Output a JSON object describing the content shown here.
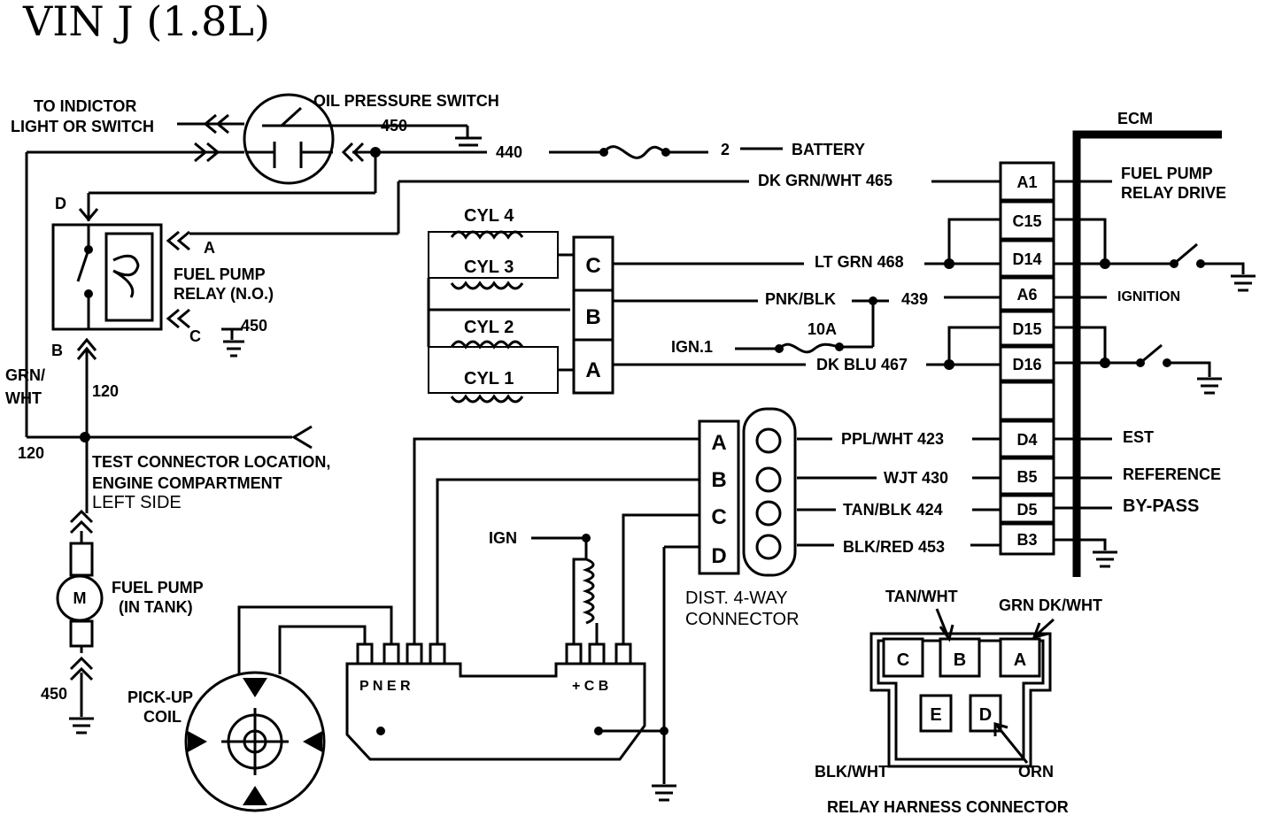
{
  "title": "VIN  J  (1.8L)",
  "colors": {
    "ink": "#000000",
    "paper": "#ffffff"
  },
  "labels": {
    "to_indicator_1": "TO INDICTOR",
    "to_indicator_2": "LIGHT OR SWITCH",
    "oil_switch": "OIL PRESSURE SWITCH",
    "w450_oil": "450",
    "w440": "440",
    "w2": "2",
    "battery": "BATTERY",
    "ecm": "ECM",
    "dk_grn_wht_465": "DK GRN/WHT 465",
    "fuel_pump_relay_drive_1": "FUEL PUMP",
    "fuel_pump_relay_drive_2": "RELAY DRIVE",
    "lt_grn_468": "LT GRN 468",
    "pnk_blk": "PNK/BLK",
    "w439": "439",
    "ignition": "IGNITION",
    "ign1": "IGN.1",
    "fuse_10a": "10A",
    "dk_blu_467": "DK BLU 467",
    "cyl4": "CYL 4",
    "cyl3": "CYL 3",
    "cyl2": "CYL 2",
    "cyl1": "CYL 1",
    "d": "D",
    "a": "A",
    "c": "C",
    "b": "B",
    "fuel_pump_relay_1": "FUEL PUMP",
    "fuel_pump_relay_2": "RELAY (N.O.)",
    "w450_relay": "450",
    "grn_wht_1": "GRN/",
    "grn_wht_2": "WHT",
    "w120_a": "120",
    "w120_b": "120",
    "test_conn_1": "TEST CONNECTOR LOCATION,",
    "test_conn_2": "ENGINE  COMPARTMENT",
    "test_conn_3": "LEFT SIDE",
    "motor": "M",
    "fuel_pump_1": "FUEL PUMP",
    "fuel_pump_2": "(IN TANK)",
    "w450_pump": "450",
    "ppl_wht_423": "PPL/WHT 423",
    "wjt_430": "WJT  430",
    "tan_blk_424": "TAN/BLK 424",
    "blk_red_453": "BLK/RED 453",
    "est": "EST",
    "reference": "REFERENCE",
    "bypass": "BY-PASS",
    "dist_1": "DIST. 4-WAY",
    "dist_2": "CONNECTOR",
    "ign": "IGN",
    "pickup_1": "PICK-UP",
    "pickup_2": "COIL",
    "pner": "P  N  E  R",
    "pcb": "+ C  B",
    "tan_wht": "TAN/WHT",
    "grn_dk_wht": "GRN DK/WHT",
    "blk_wht": "BLK/WHT",
    "orn": "ORN",
    "relay_harness": "RELAY HARNESS CONNECTOR"
  },
  "ecm_pins": [
    "A1",
    "C15",
    "D14",
    "A6",
    "D15",
    "D16",
    "",
    "D4",
    "B5",
    "D5",
    "B3"
  ],
  "coil_terminals": [
    "C",
    "B",
    "A"
  ],
  "dist_terminals": [
    "A",
    "B",
    "C",
    "D"
  ],
  "harness_terminals": [
    "C",
    "B",
    "A",
    "E",
    "D"
  ]
}
